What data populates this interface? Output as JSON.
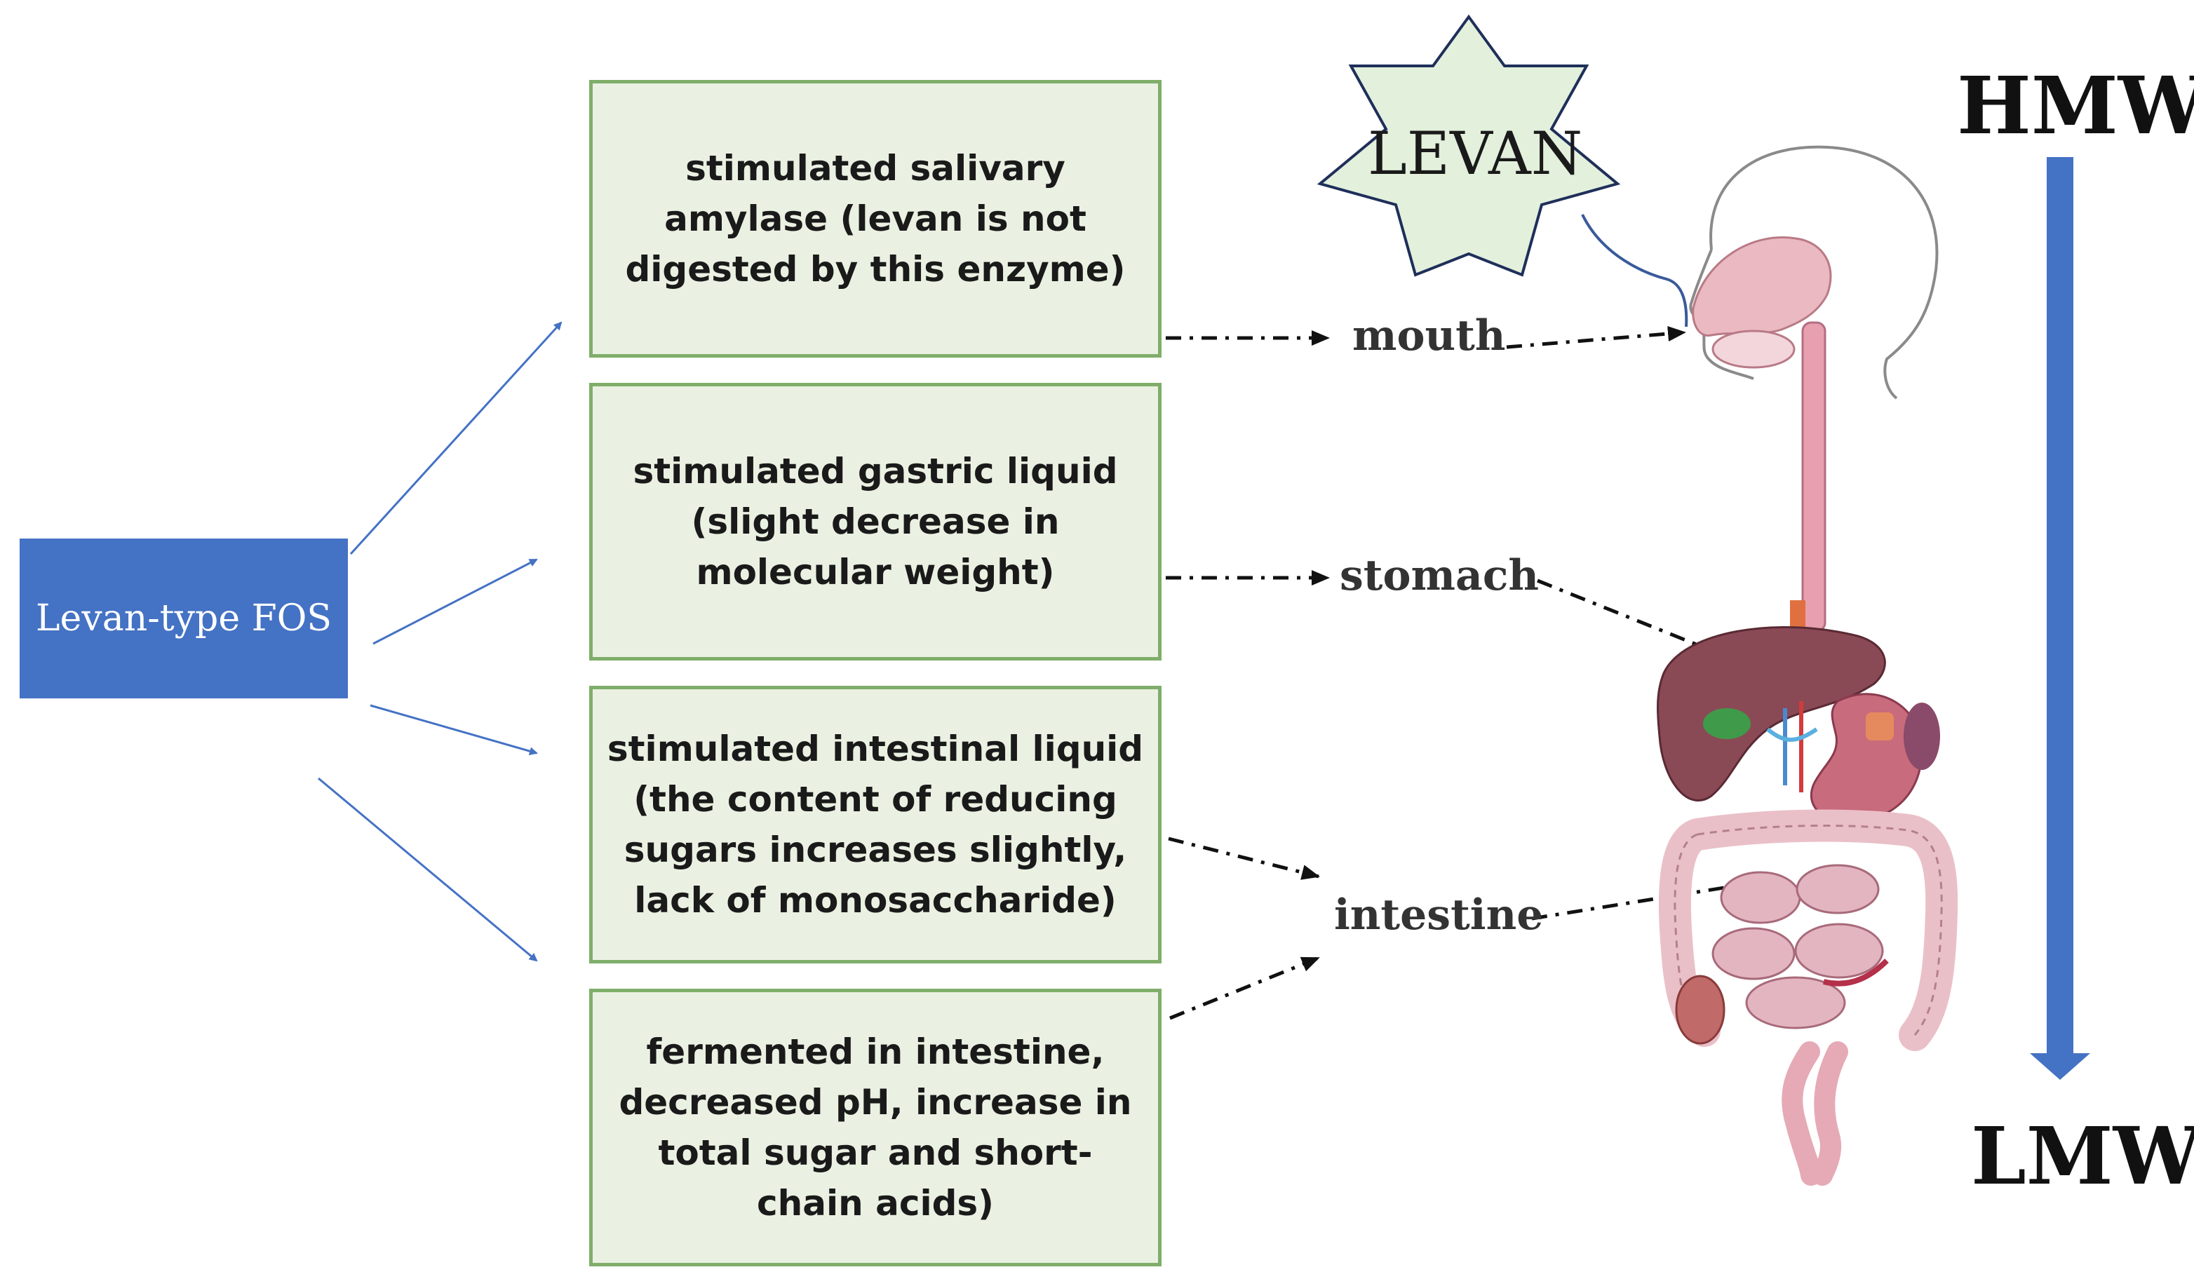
{
  "source": {
    "label": "Levan-type FOS"
  },
  "stages": [
    {
      "text": "stimulated salivary amylase (levan is not digested by this enzyme)"
    },
    {
      "text": "stimulated gastric liquid (slight decrease in molecular weight)"
    },
    {
      "text": "stimulated intestinal liquid (the content of reducing sugars increases slightly, lack of monosaccharide)"
    },
    {
      "text": "fermented in intestine, decreased pH, increase in total sugar and short-chain acids)"
    }
  ],
  "organs": {
    "mouth": "mouth",
    "stomach": "stomach",
    "intestine": "intestine"
  },
  "levan": {
    "label": "LEVAN"
  },
  "molecular_weight": {
    "high": "HMW",
    "low": "LMW"
  },
  "colors": {
    "source_fill": "#4472c4",
    "box_fill": "#eaf1e2",
    "box_border": "#7fae6a",
    "arrow_blue": "#4472c4",
    "star_fill": "#e3f0dc"
  }
}
